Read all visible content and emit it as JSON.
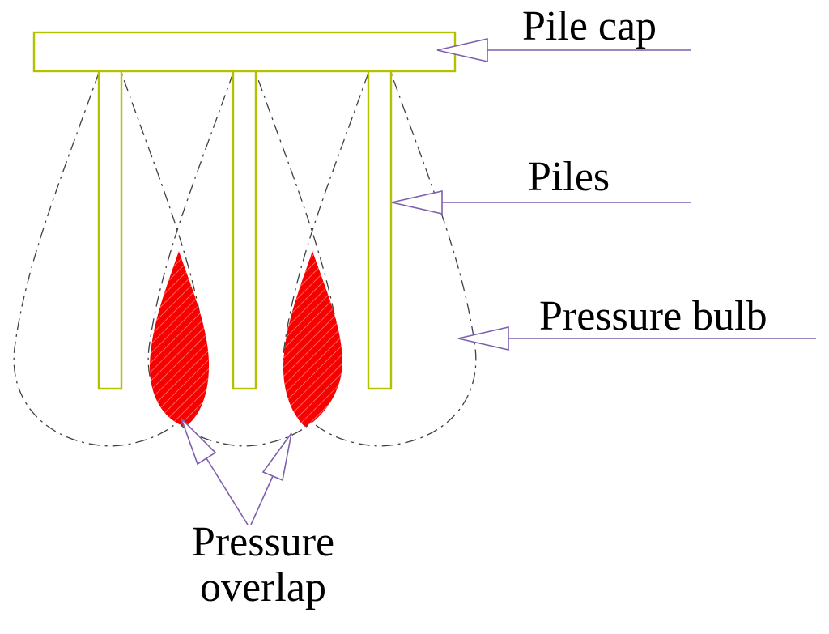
{
  "diagram": {
    "labels": {
      "pile_cap": "Pile cap",
      "piles": "Piles",
      "pressure_bulb": "Pressure bulb",
      "pressure_overlap": [
        "Pressure",
        "overlap"
      ]
    }
  },
  "colors": {
    "background": "#ffffff",
    "structure": "#b3c100",
    "bulb-outline": "#3f3f3f",
    "overlap-fill": "#f70000",
    "leader": "#7e5fae",
    "text": "#000000"
  }
}
